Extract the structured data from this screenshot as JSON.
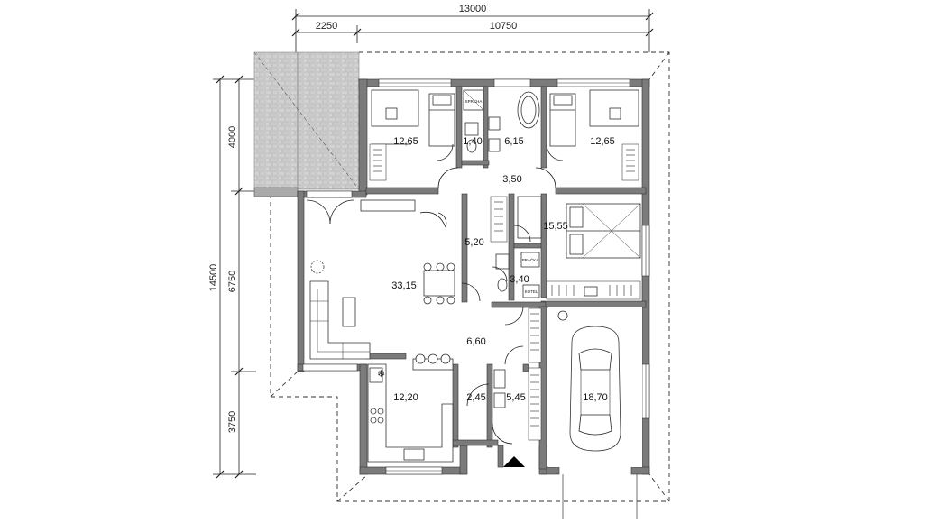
{
  "dimensions": {
    "overall_width": "13000",
    "width_part_left": "2250",
    "width_part_right": "10750",
    "overall_depth": "14500",
    "depth_part_top": "4000",
    "depth_part_middle": "6750",
    "depth_part_bottom": "3750"
  },
  "rooms": {
    "bedroom_left": "12,65",
    "wc_top": "1,40",
    "bathroom": "6,15",
    "bedroom_right": "12,65",
    "hall_top": "3,50",
    "master_bedroom": "15,55",
    "corridor": "5,20",
    "living_room": "33,15",
    "bathroom_small": "3,40",
    "hall_main": "6,60",
    "kitchen": "12,20",
    "pantry": "2,45",
    "storage": "5,45",
    "garage": "18,70"
  },
  "labels": {
    "shower": "SPRCHA",
    "washer": "PRAČKA",
    "boiler": "KOTEL"
  },
  "colors": {
    "wall": "#7b7b7b",
    "line": "#222222",
    "terrace": "#dcdcdc"
  }
}
